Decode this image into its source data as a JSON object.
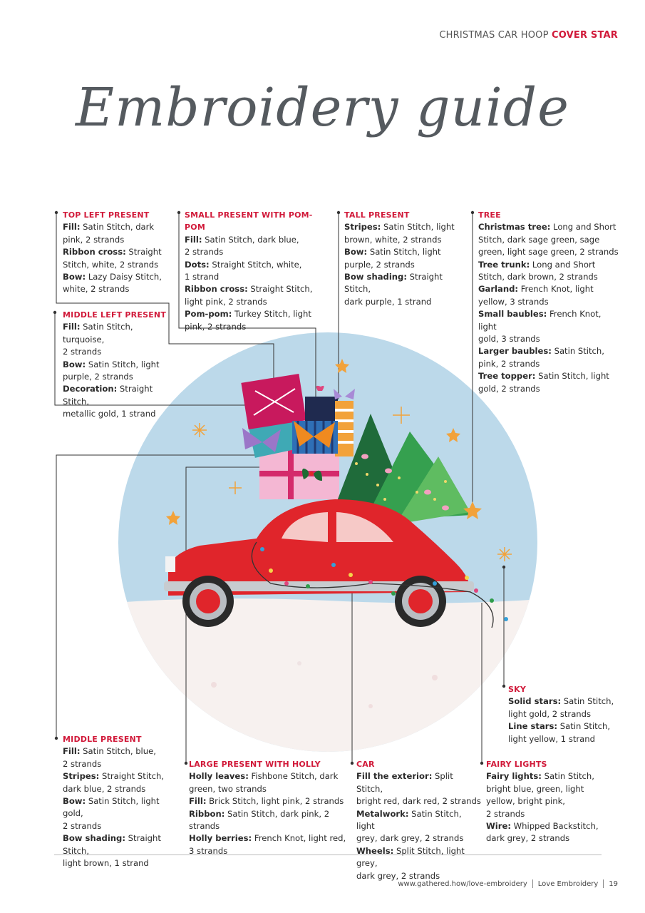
{
  "header": {
    "section": "CHRISTMAS CAR HOOP",
    "highlight": "COVER STAR"
  },
  "title": "Embroidery guide",
  "colors": {
    "accent": "#d11a3a",
    "sky": "#bcd9ea",
    "car": "#e0252b",
    "snow": "#f7f1ef"
  },
  "blocks": {
    "top_left": {
      "heading": "TOP LEFT PRESENT",
      "lines": [
        {
          "label": "Fill:",
          "text": " Satin Stitch, dark"
        },
        {
          "label": "",
          "text": "pink, 2 strands"
        },
        {
          "label": "Ribbon cross:",
          "text": " Straight"
        },
        {
          "label": "",
          "text": "Stitch, white, 2 strands"
        },
        {
          "label": "Bow:",
          "text": " Lazy Daisy Stitch,"
        },
        {
          "label": "",
          "text": "white, 2 strands"
        }
      ]
    },
    "middle_left": {
      "heading": "MIDDLE LEFT PRESENT",
      "lines": [
        {
          "label": "Fill:",
          "text": " Satin Stitch, turquoise,"
        },
        {
          "label": "",
          "text": "2 strands"
        },
        {
          "label": "Bow:",
          "text": " Satin Stitch, light"
        },
        {
          "label": "",
          "text": "purple, 2 strands"
        },
        {
          "label": "Decoration:",
          "text": " Straight Stitch,"
        },
        {
          "label": "",
          "text": "metallic gold, 1 strand"
        }
      ]
    },
    "small_present": {
      "heading": "SMALL PRESENT WITH POM-POM",
      "lines": [
        {
          "label": "Fill:",
          "text": " Satin Stitch, dark blue,"
        },
        {
          "label": "",
          "text": "2 strands"
        },
        {
          "label": "Dots:",
          "text": " Straight Stitch, white,"
        },
        {
          "label": "",
          "text": "1 strand"
        },
        {
          "label": "Ribbon cross:",
          "text": " Straight Stitch,"
        },
        {
          "label": "",
          "text": "light pink, 2 strands"
        },
        {
          "label": "Pom-pom:",
          "text": " Turkey Stitch, light"
        },
        {
          "label": "",
          "text": "pink, 2 strands"
        }
      ]
    },
    "tall_present": {
      "heading": "TALL PRESENT",
      "lines": [
        {
          "label": "Stripes:",
          "text": " Satin Stitch, light"
        },
        {
          "label": "",
          "text": "brown, white, 2 strands"
        },
        {
          "label": "Bow:",
          "text": " Satin Stitch, light"
        },
        {
          "label": "",
          "text": "purple, 2 strands"
        },
        {
          "label": "Bow shading:",
          "text": " Straight Stitch,"
        },
        {
          "label": "",
          "text": "dark purple, 1 strand"
        }
      ]
    },
    "tree": {
      "heading": "TREE",
      "lines": [
        {
          "label": "Christmas tree:",
          "text": " Long and Short"
        },
        {
          "label": "",
          "text": "Stitch, dark sage green, sage"
        },
        {
          "label": "",
          "text": "green, light sage green, 2 strands"
        },
        {
          "label": "Tree trunk:",
          "text": " Long and Short"
        },
        {
          "label": "",
          "text": "Stitch, dark brown, 2 strands"
        },
        {
          "label": "Garland:",
          "text": " French Knot, light"
        },
        {
          "label": "",
          "text": "yellow, 3 strands"
        },
        {
          "label": "Small baubles:",
          "text": " French Knot, light"
        },
        {
          "label": "",
          "text": "gold, 3 strands"
        },
        {
          "label": "Larger baubles:",
          "text": " Satin Stitch,"
        },
        {
          "label": "",
          "text": "pink, 2 strands"
        },
        {
          "label": "Tree topper:",
          "text": " Satin Stitch, light"
        },
        {
          "label": "",
          "text": "gold, 2 strands"
        }
      ]
    },
    "sky": {
      "heading": "SKY",
      "lines": [
        {
          "label": "Solid stars:",
          "text": "  Satin Stitch,"
        },
        {
          "label": "",
          "text": "light gold, 2 strands"
        },
        {
          "label": "Line stars:",
          "text": " Satin Stitch,"
        },
        {
          "label": "",
          "text": "light yellow, 1 strand"
        }
      ]
    },
    "middle_present": {
      "heading": "MIDDLE PRESENT",
      "lines": [
        {
          "label": "Fill:",
          "text": " Satin Stitch, blue,"
        },
        {
          "label": "",
          "text": "2 strands"
        },
        {
          "label": "Stripes:",
          "text": " Straight Stitch,"
        },
        {
          "label": "",
          "text": "dark blue, 2 strands"
        },
        {
          "label": "Bow:",
          "text": " Satin Stitch, light gold,"
        },
        {
          "label": "",
          "text": "2 strands"
        },
        {
          "label": "Bow shading:",
          "text": " Straight Stitch,"
        },
        {
          "label": "",
          "text": "light brown, 1 strand"
        }
      ]
    },
    "large_present": {
      "heading": "LARGE PRESENT WITH HOLLY",
      "lines": [
        {
          "label": "Holly leaves:",
          "text": " Fishbone Stitch, dark"
        },
        {
          "label": "",
          "text": "green, two strands"
        },
        {
          "label": "Fill:",
          "text": " Brick Stitch, light pink, 2 strands"
        },
        {
          "label": "Ribbon:",
          "text": " Satin Stitch, dark pink, 2 strands"
        },
        {
          "label": "Holly berries:",
          "text": " French Knot, light red,"
        },
        {
          "label": "",
          "text": "3 strands"
        }
      ]
    },
    "car": {
      "heading": "CAR",
      "lines": [
        {
          "label": "Fill the exterior:",
          "text": " Split Stitch,"
        },
        {
          "label": "",
          "text": "bright red, dark red, 2 strands"
        },
        {
          "label": "Metalwork:",
          "text": " Satin Stitch, light"
        },
        {
          "label": "",
          "text": "grey, dark grey, 2 strands"
        },
        {
          "label": "Wheels:",
          "text": " Split Stitch, light grey,"
        },
        {
          "label": "",
          "text": "dark grey, 2 strands"
        }
      ]
    },
    "fairy_lights": {
      "heading": "FAIRY LIGHTS",
      "lines": [
        {
          "label": "Fairy lights:",
          "text": " Satin Stitch,"
        },
        {
          "label": "",
          "text": "bright blue, green, light"
        },
        {
          "label": "",
          "text": "yellow, bright pink,"
        },
        {
          "label": "",
          "text": "2 strands"
        },
        {
          "label": "Wire:",
          "text": " Whipped Backstitch,"
        },
        {
          "label": "",
          "text": "dark grey, 2 strands"
        }
      ]
    }
  },
  "footer": {
    "url": "www.gathered.how/love-embroidery",
    "magazine": "Love Embroidery",
    "page": "19"
  }
}
